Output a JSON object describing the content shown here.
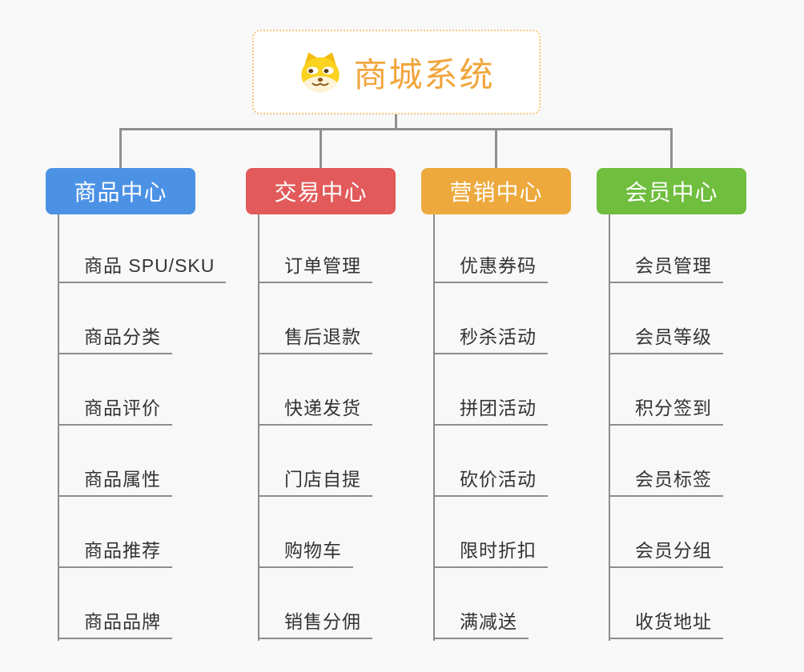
{
  "root": {
    "title": "商城系统",
    "icon": "dog-face-icon"
  },
  "branches": [
    {
      "label": "商品中心",
      "color": "#4b92e5",
      "items": [
        "商品 SPU/SKU",
        "商品分类",
        "商品评价",
        "商品属性",
        "商品推荐",
        "商品品牌"
      ]
    },
    {
      "label": "交易中心",
      "color": "#e25a5a",
      "items": [
        "订单管理",
        "售后退款",
        "快递发货",
        "门店自提",
        "购物车",
        "销售分佣"
      ]
    },
    {
      "label": "营销中心",
      "color": "#eda93d",
      "items": [
        "优惠券码",
        "秒杀活动",
        "拼团活动",
        "砍价活动",
        "限时折扣",
        "满减送"
      ]
    },
    {
      "label": "会员中心",
      "color": "#6fbe3e",
      "items": [
        "会员管理",
        "会员等级",
        "积分签到",
        "会员标签",
        "会员分组",
        "收货地址"
      ]
    }
  ],
  "colors": {
    "background": "#f8f8f8",
    "connector": "#8f8f8f",
    "root_border": "#f8c87d",
    "root_title": "#f1a53c",
    "item_text": "#333333"
  }
}
